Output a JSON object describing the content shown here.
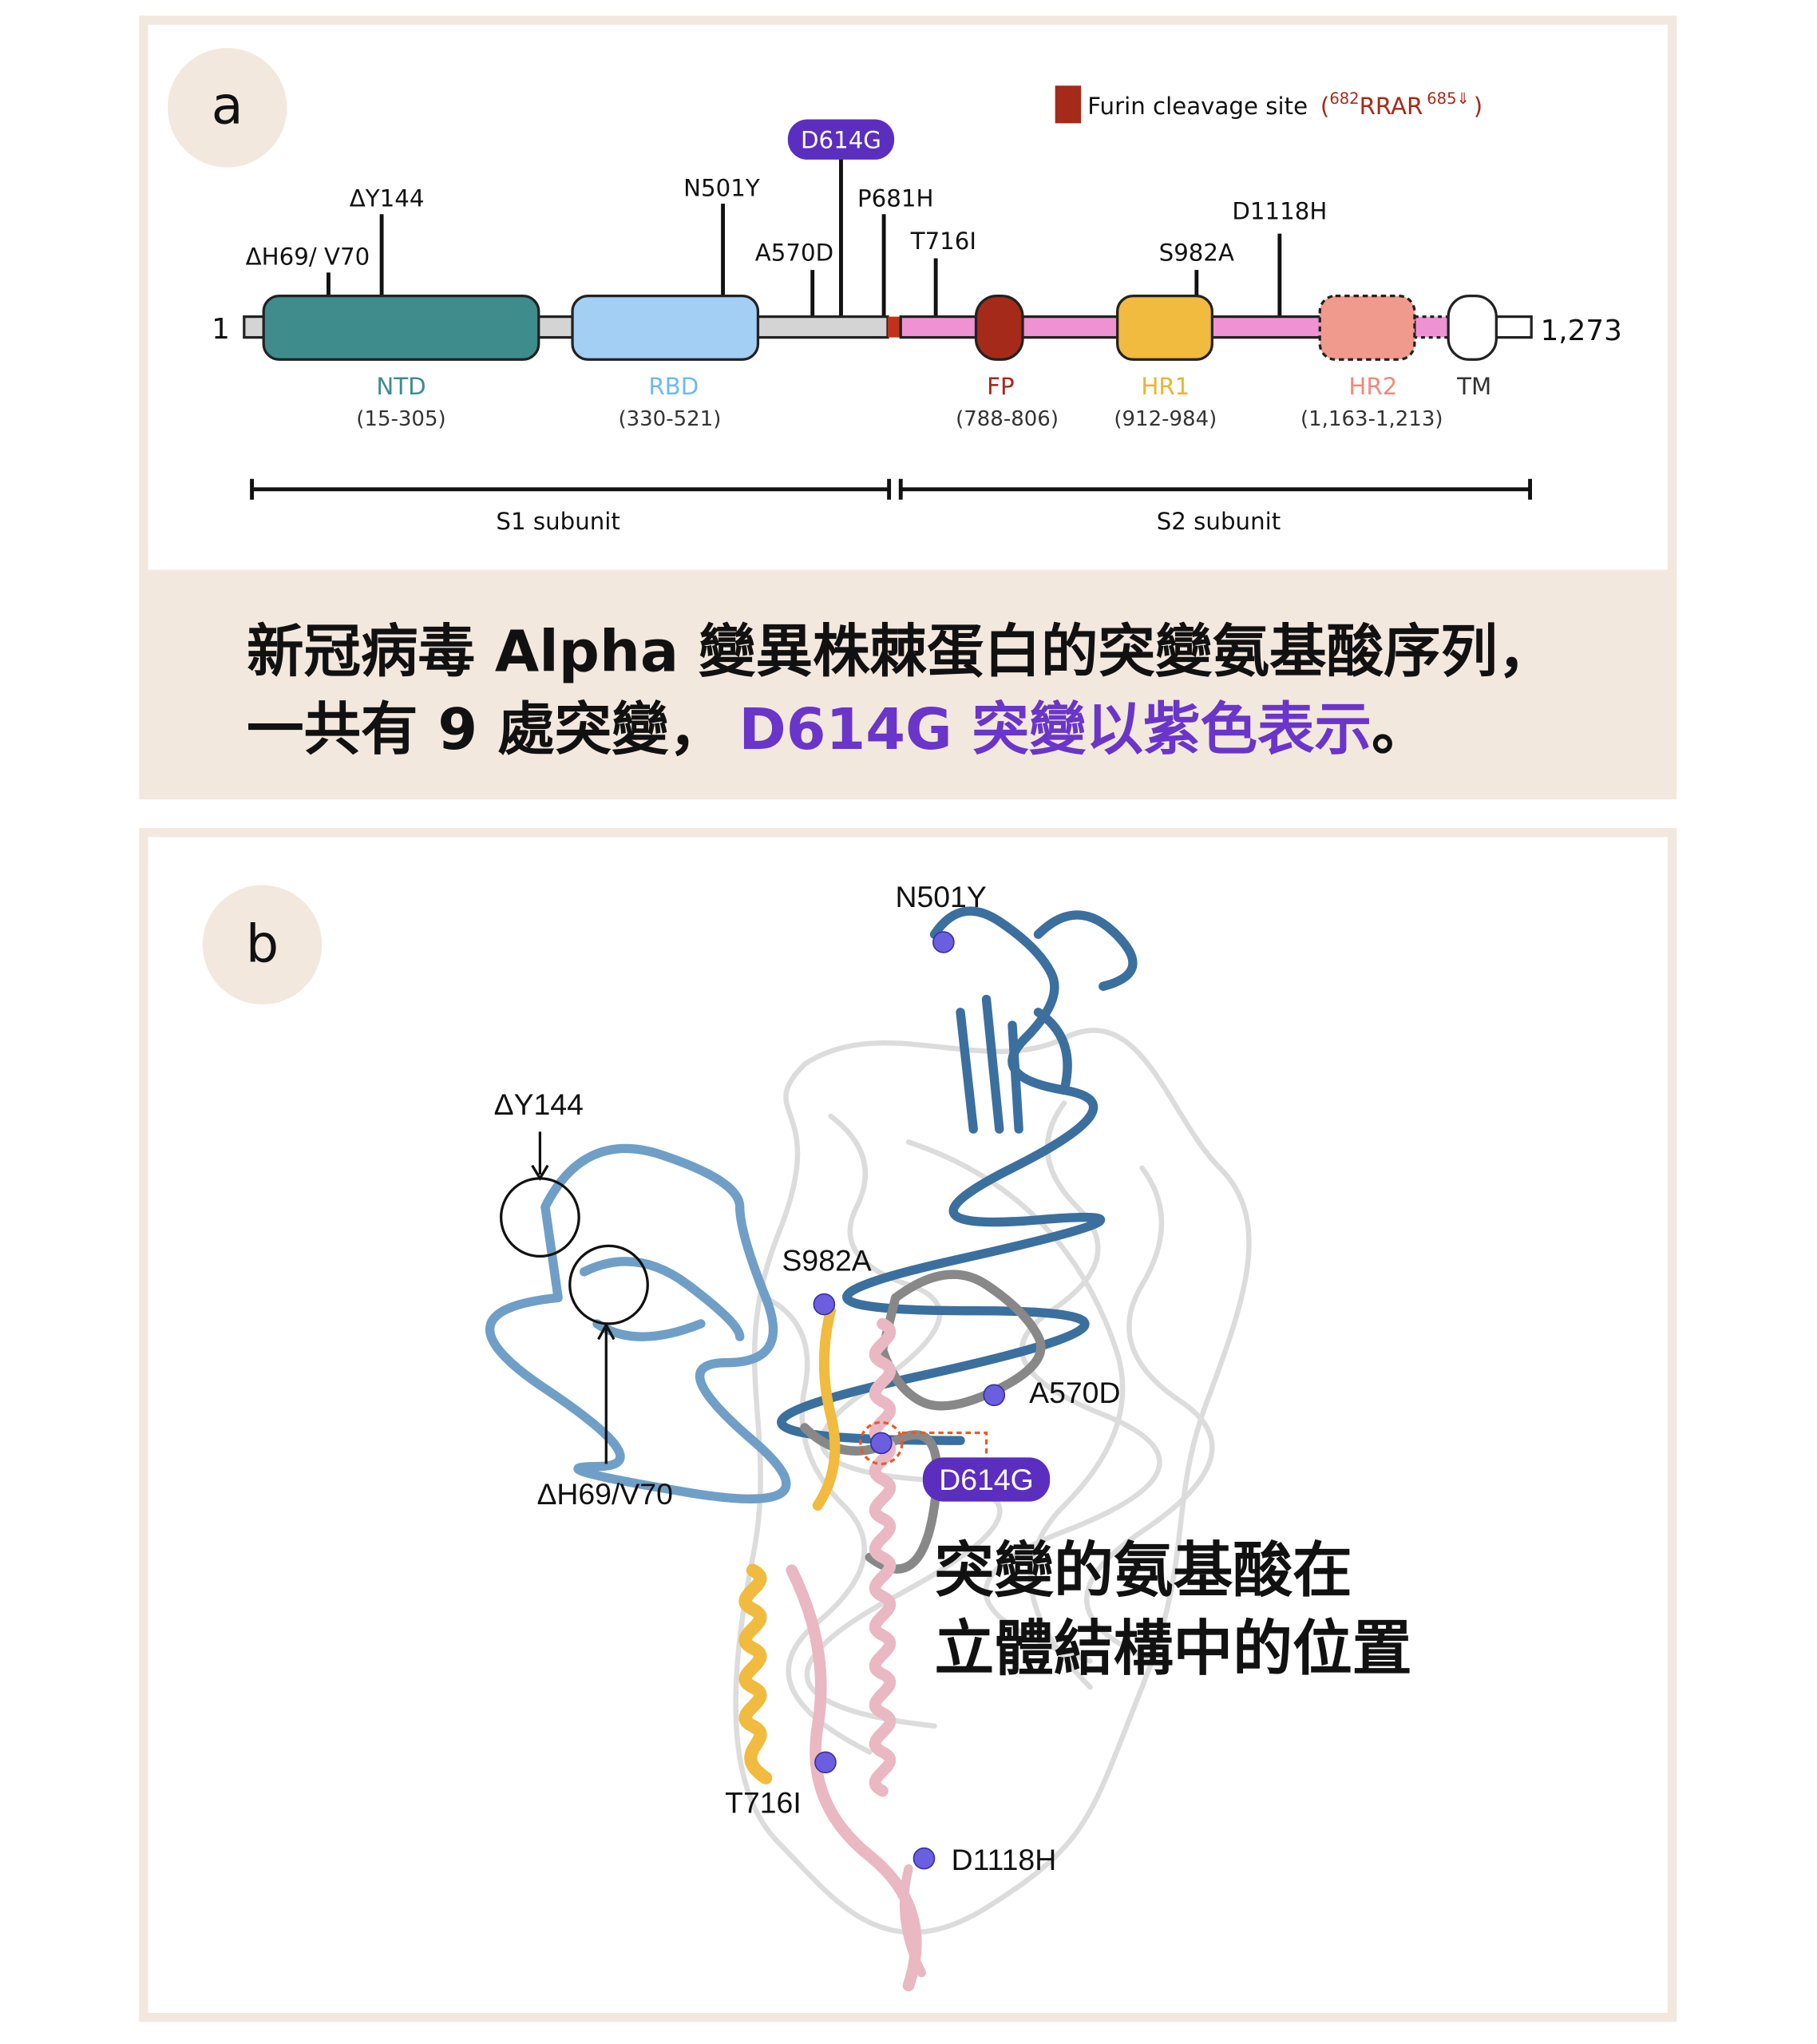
{
  "panel_a": {
    "letter": "a",
    "legend": {
      "label": "Furin cleavage site",
      "open": "(",
      "sup1": "682",
      "motif": "RRAR",
      "sup2": "685⇓",
      "close": ")"
    },
    "start": "1",
    "end": "1,273",
    "mutations": [
      {
        "label": "ΔH69/ V70"
      },
      {
        "label": "ΔY144"
      },
      {
        "label": "N501Y"
      },
      {
        "label": "A570D"
      },
      {
        "label": "D614G"
      },
      {
        "label": "P681H"
      },
      {
        "label": "T716I"
      },
      {
        "label": "S982A"
      },
      {
        "label": "D1118H"
      }
    ],
    "domains": [
      {
        "name": "NTD",
        "range": "(15-305)",
        "color": "#3f8c8c"
      },
      {
        "name": "RBD",
        "range": "(330-521)",
        "color": "#a3cff5"
      },
      {
        "name": "FP",
        "range": "(788-806)",
        "color": "#a52a1a"
      },
      {
        "name": "HR1",
        "range": "(912-984)",
        "color": "#f0bb3e"
      },
      {
        "name": "HR2",
        "range": "(1,163-1,213)",
        "color": "#f09a8e"
      },
      {
        "name": "TM",
        "range": "",
        "color": "#ffffff"
      }
    ],
    "subunits": {
      "s1": "S1 subunit",
      "s2": "S2 subunit"
    }
  },
  "caption": {
    "line1": "新冠病毒 Alpha 變異株棘蛋白的突變氨基酸序列，",
    "line2_a": "一共有 9 處突變，",
    "line2_highlight": "D614G 突變以紫色表示",
    "line2_end": "。",
    "highlight_color": "#6a35c9"
  },
  "panel_b": {
    "letter": "b",
    "labels": {
      "n501y": "N501Y",
      "dy144": "ΔY144",
      "s982a": "S982A",
      "a570d": "A570D",
      "d614g": "D614G",
      "dh69v70": "ΔH69/V70",
      "t716i": "T716I",
      "d1118h": "D1118H"
    },
    "note_line1": "突變的氨基酸在",
    "note_line2": "立體結構中的位置"
  },
  "colors": {
    "frame": "#f3e8de",
    "purple": "#5b2ec0",
    "pink": "#ee92d4",
    "grey": "#d4d4d4"
  }
}
